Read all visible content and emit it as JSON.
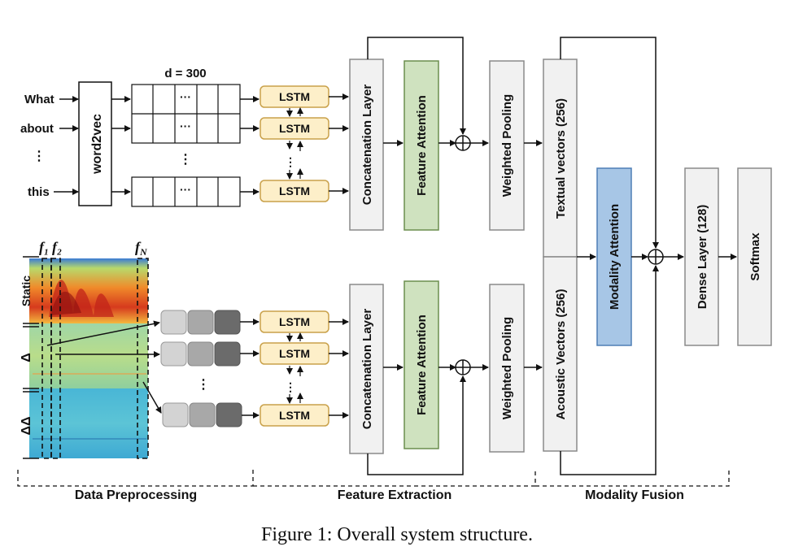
{
  "inputs": {
    "words": [
      "What",
      "about",
      "⋮",
      "this"
    ],
    "word2vec": "word2vec",
    "dim_label": "d = 300",
    "ellipsis": "···",
    "vdots": "⋮"
  },
  "lstm": {
    "label": "LSTM"
  },
  "text_branch": {
    "concat": "Concatenation Layer",
    "feature_attention": "Feature Attention",
    "weighted_pooling": "Weighted Pooling",
    "vectors": "Textual vectors (256)"
  },
  "audio_branch": {
    "concat": "Concatenation Layer",
    "feature_attention": "Feature Attention",
    "weighted_pooling": "Weighted Pooling",
    "vectors": "Acoustic Vectors (256)"
  },
  "spectrogram": {
    "frames": [
      "f₁",
      "f₂",
      "f"
    ],
    "frame_n_sub": "N",
    "rows": [
      "Static",
      "Δ",
      "ΔΔ"
    ]
  },
  "fusion": {
    "modality_attention": "Modality Attention",
    "dense": "Dense Layer (128)",
    "softmax": "Softmax"
  },
  "sections": [
    "Data Preprocessing",
    "Feature Extraction",
    "Modality Fusion"
  ],
  "caption": "Figure 1: Overall system structure.",
  "colors": {
    "lstm_fill": "#fdefc9",
    "lstm_stroke": "#c9a14a",
    "attention_fill": "#cfe2bf",
    "attention_stroke": "#6b8e4e",
    "modality_fill": "#a7c6e6",
    "modality_stroke": "#4f7fb5",
    "box_fill": "#f1f1f1",
    "box_stroke": "#8a8a8a"
  }
}
